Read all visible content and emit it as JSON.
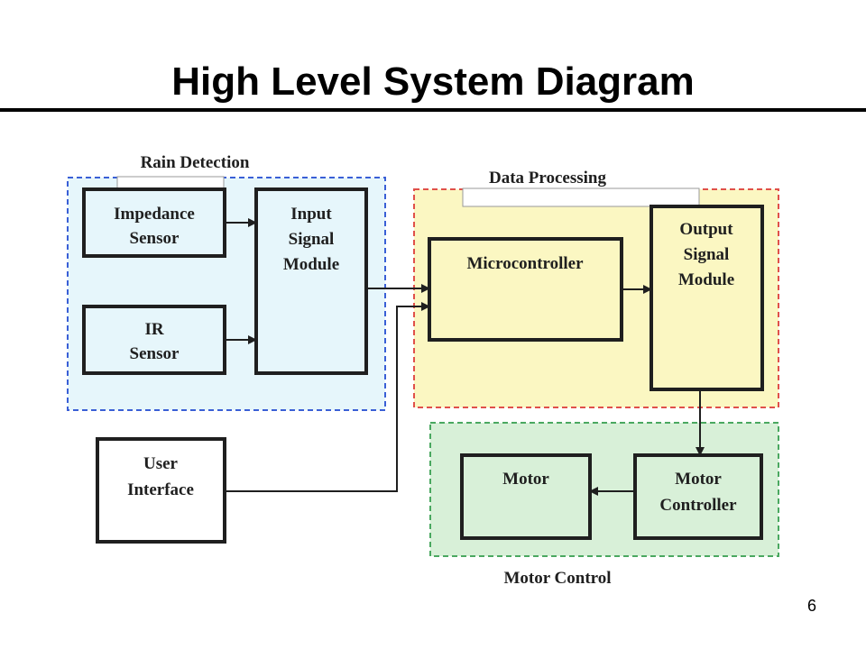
{
  "slide": {
    "title": "High Level System Diagram",
    "page_number": "6"
  },
  "groups": {
    "rain_detection": {
      "label": "Rain Detection",
      "border_color": "#3a5fd6",
      "fill_color": "#e6f6fb"
    },
    "data_processing": {
      "label": "Data Processing",
      "border_color": "#e0504a",
      "fill_color": "#fbf7c2"
    },
    "motor_control": {
      "label": "Motor Control",
      "border_color": "#4aa860",
      "fill_color": "#d8f0d8"
    }
  },
  "blocks": {
    "impedance_sensor": {
      "lines": [
        "Impedance",
        "Sensor"
      ]
    },
    "ir_sensor": {
      "lines": [
        "IR",
        "Sensor"
      ]
    },
    "input_signal_module": {
      "lines": [
        "Input",
        "Signal",
        "Module"
      ]
    },
    "microcontroller": {
      "lines": [
        "Microcontroller"
      ]
    },
    "output_signal_module": {
      "lines": [
        "Output",
        "Signal",
        "Module"
      ]
    },
    "motor": {
      "lines": [
        "Motor"
      ]
    },
    "motor_controller": {
      "lines": [
        "Motor",
        "Controller"
      ]
    },
    "user_interface": {
      "lines": [
        "User",
        "Interface"
      ]
    }
  },
  "connections": [
    {
      "from": "Impedance Sensor",
      "to": "Input Signal Module"
    },
    {
      "from": "IR Sensor",
      "to": "Input Signal Module"
    },
    {
      "from": "Input Signal Module",
      "to": "Microcontroller"
    },
    {
      "from": "User Interface",
      "to": "Microcontroller"
    },
    {
      "from": "Microcontroller",
      "to": "Output Signal Module"
    },
    {
      "from": "Output Signal Module",
      "to": "Motor Controller"
    },
    {
      "from": "Motor Controller",
      "to": "Motor"
    }
  ]
}
